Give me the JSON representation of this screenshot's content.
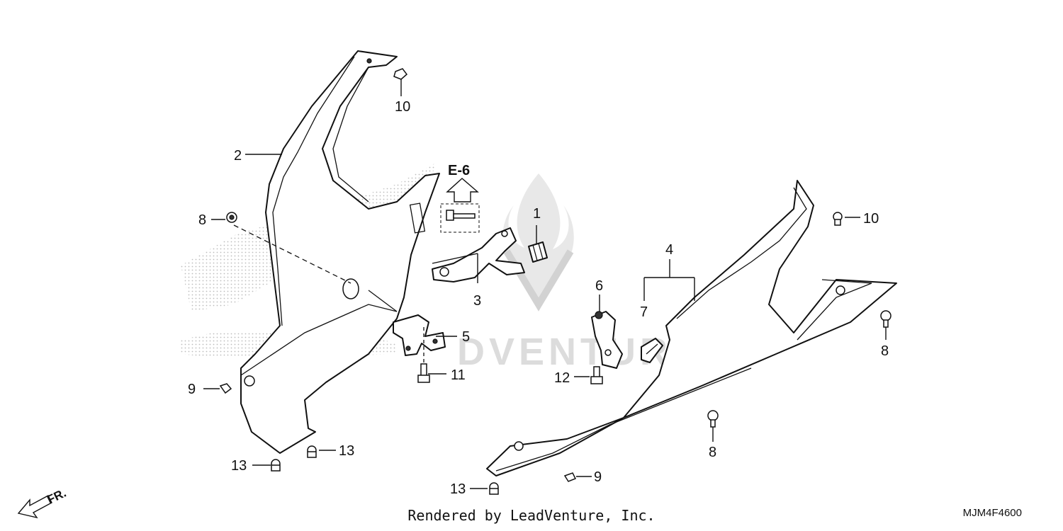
{
  "diagram": {
    "reference_label": "E-6",
    "direction_label": "FR.",
    "watermark_text": "DVENTURE",
    "callouts": {
      "c1": "1",
      "c2": "2",
      "c3": "3",
      "c4": "4",
      "c5": "5",
      "c6": "6",
      "c7": "7",
      "c8a": "8",
      "c8b": "8",
      "c8c": "8",
      "c9a": "9",
      "c9b": "9",
      "c10a": "10",
      "c10b": "10",
      "c11": "11",
      "c12": "12",
      "c13a": "13",
      "c13b": "13",
      "c13c": "13"
    }
  },
  "footer": {
    "rendered_by": "Rendered by LeadVenture, Inc.",
    "diagram_code": "MJM4F4600"
  }
}
